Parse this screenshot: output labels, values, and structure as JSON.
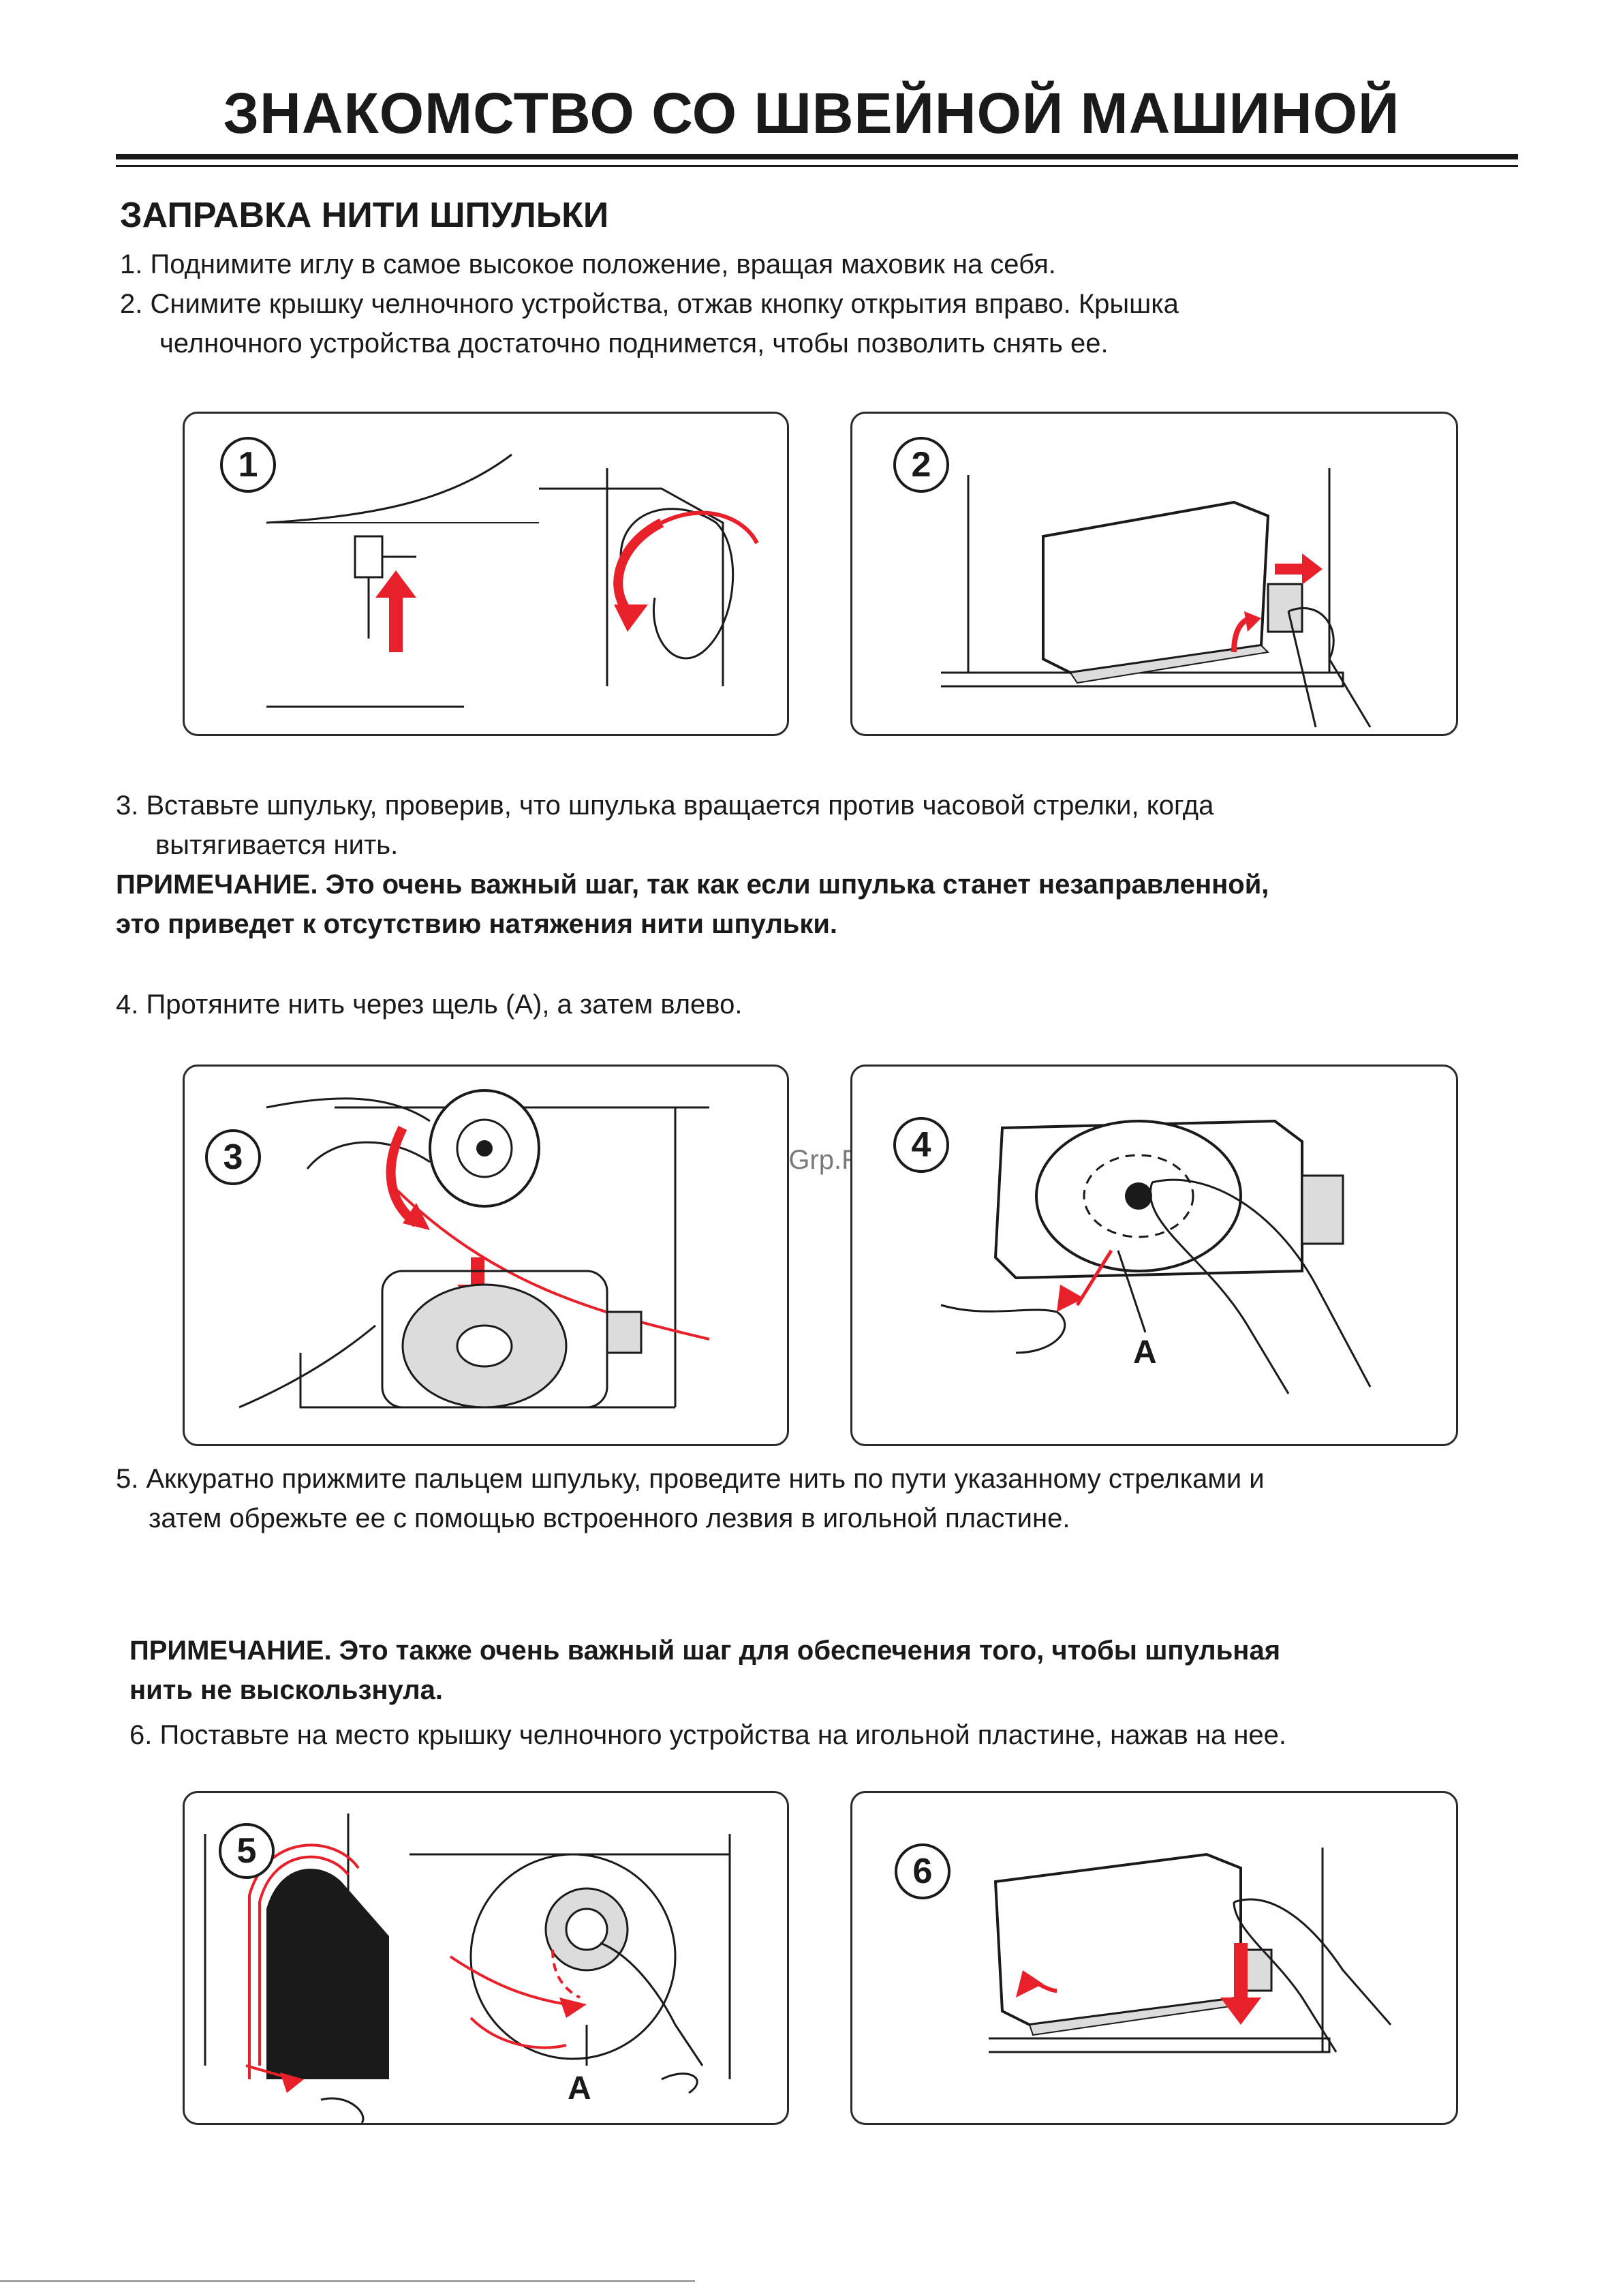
{
  "header": {
    "title": "ЗНАКОМСТВО СО ШВЕЙНОЙ МАШИНОЙ"
  },
  "section": {
    "title": "ЗАПРАВКА НИТИ ШПУЛЬКИ"
  },
  "steps": {
    "s1": "1. Поднимите иглу в самое высокое положение, вращая маховик на себя.",
    "s2_line1": "2. Снимите крышку челночного устройства, отжав кнопку открытия вправо. Крышка",
    "s2_line2": "челночного устройства достаточно поднимется, чтобы позволить снять ее.",
    "s3_line1": "3. Вставьте шпульку, проверив, что шпулька вращается против часовой стрелки, когда",
    "s3_line2": "вытягивается нить.",
    "note1_line1": "ПРИМЕЧАНИЕ. Это очень важный шаг, так как если шпулька станет незаправленной,",
    "note1_line2": "это приведет к отсутствию натяжения нити шпульки.",
    "s4": "4. Протяните нить через щель (А), а затем влево.",
    "s5_line1": "5. Аккуратно прижмите пальцем шпульку, проведите нить по пути указанному стрелками и",
    "s5_line2": "затем обрежьте ее с помощью встроенного лезвия в игольной пластине.",
    "note2_line1": "ПРИМЕЧАНИЕ. Это также очень важный шаг для обеспечения того, чтобы шпульная",
    "note2_line2": "нить не выскользнула.",
    "s6": "6. Поставьте на место крышку челночного устройства на игольной пластине, нажав на нее."
  },
  "figures": {
    "fig1": {
      "number": "1"
    },
    "fig2": {
      "number": "2"
    },
    "fig3": {
      "number": "3"
    },
    "fig4": {
      "number": "4",
      "label": "A"
    },
    "fig5": {
      "number": "5",
      "label": "A"
    },
    "fig6": {
      "number": "6"
    }
  },
  "watermark": "McGrp.Ru",
  "colors": {
    "arrow": "#e8202a",
    "line": "#1a1a1a",
    "fill_gray": "#dcdcdc"
  }
}
